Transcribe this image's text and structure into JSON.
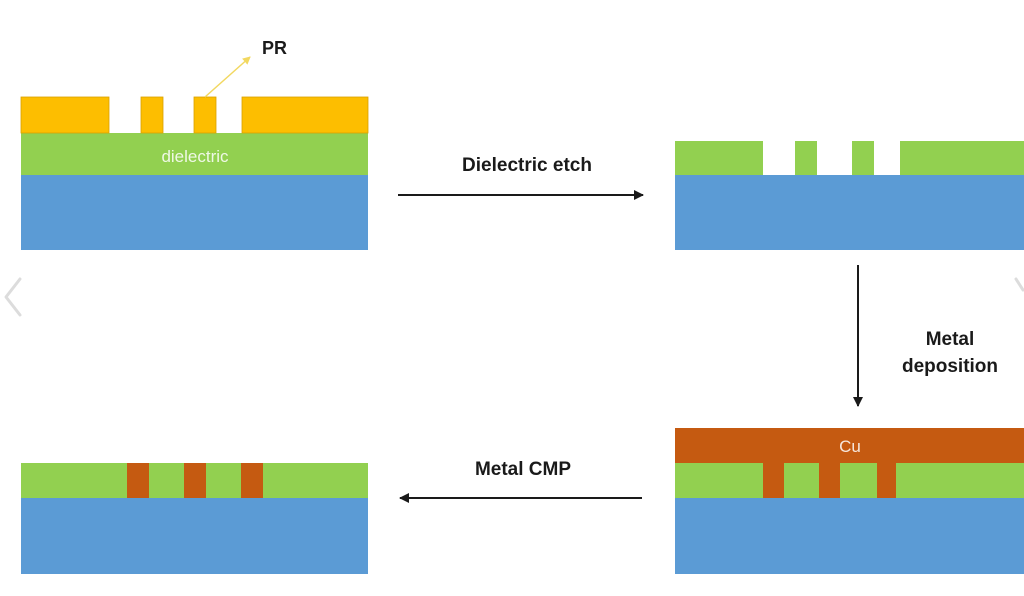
{
  "labels": {
    "pr": "PR",
    "dielectric": "dielectric",
    "cu": "Cu"
  },
  "steps": {
    "dielectric_etch": "Dielectric etch",
    "metal_deposition_line1": "Metal",
    "metal_deposition_line2": "deposition",
    "metal_cmp": "Metal CMP"
  },
  "colors": {
    "photoresist": "#FDBE00",
    "dielectric": "#92D050",
    "substrate": "#5B9BD5",
    "copper": "#C55A11",
    "arrow": "#1a1a1a",
    "pr_pointer": "#F2D860"
  },
  "icons": {
    "carousel_prev": "chevron-left-icon",
    "carousel_next": "chevron-right-icon"
  }
}
